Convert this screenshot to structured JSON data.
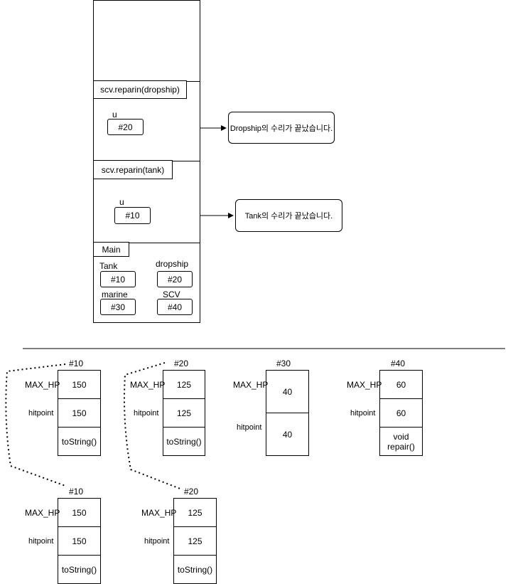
{
  "stack": {
    "frames": [
      {
        "title": "scv.reparin(dropship)",
        "var_label": "u",
        "var_value": "#20",
        "message": "Dropship의 수리가 끝났습니다."
      },
      {
        "title": "scv.reparin(tank)",
        "var_label": "u",
        "var_value": "#10",
        "message": "Tank의 수리가 끝났습니다."
      }
    ],
    "main": {
      "title": "Main",
      "vars": [
        {
          "label": "Tank",
          "value": "#10"
        },
        {
          "label": "dropship",
          "value": "#20"
        },
        {
          "label": "marine",
          "value": "#30"
        },
        {
          "label": "SCV",
          "value": "#40"
        }
      ]
    }
  },
  "heap": {
    "objects_top": [
      {
        "id": "#10",
        "fields": [
          {
            "name": "MAX_HP",
            "value": "150"
          },
          {
            "name": "hitpoint",
            "value": "150"
          }
        ],
        "method": "toString()"
      },
      {
        "id": "#20",
        "fields": [
          {
            "name": "MAX_HP",
            "value": "125"
          },
          {
            "name": "hitpoint",
            "value": "125"
          }
        ],
        "method": "toString()"
      },
      {
        "id": "#30",
        "fields": [
          {
            "name": "MAX_HP",
            "value": "40"
          },
          {
            "name": "hitpoint",
            "value": "40"
          }
        ]
      },
      {
        "id": "#40",
        "fields": [
          {
            "name": "MAX_HP",
            "value": "60"
          },
          {
            "name": "hitpoint",
            "value": "60"
          }
        ],
        "method_line1": "void",
        "method_line2": "repair()"
      }
    ],
    "objects_bottom": [
      {
        "id": "#10",
        "fields": [
          {
            "name": "MAX_HP",
            "value": "150"
          },
          {
            "name": "hitpoint",
            "value": "150"
          }
        ],
        "method": "toString()"
      },
      {
        "id": "#20",
        "fields": [
          {
            "name": "MAX_HP",
            "value": "125"
          },
          {
            "name": "hitpoint",
            "value": "125"
          }
        ],
        "method": "toString()"
      }
    ]
  }
}
